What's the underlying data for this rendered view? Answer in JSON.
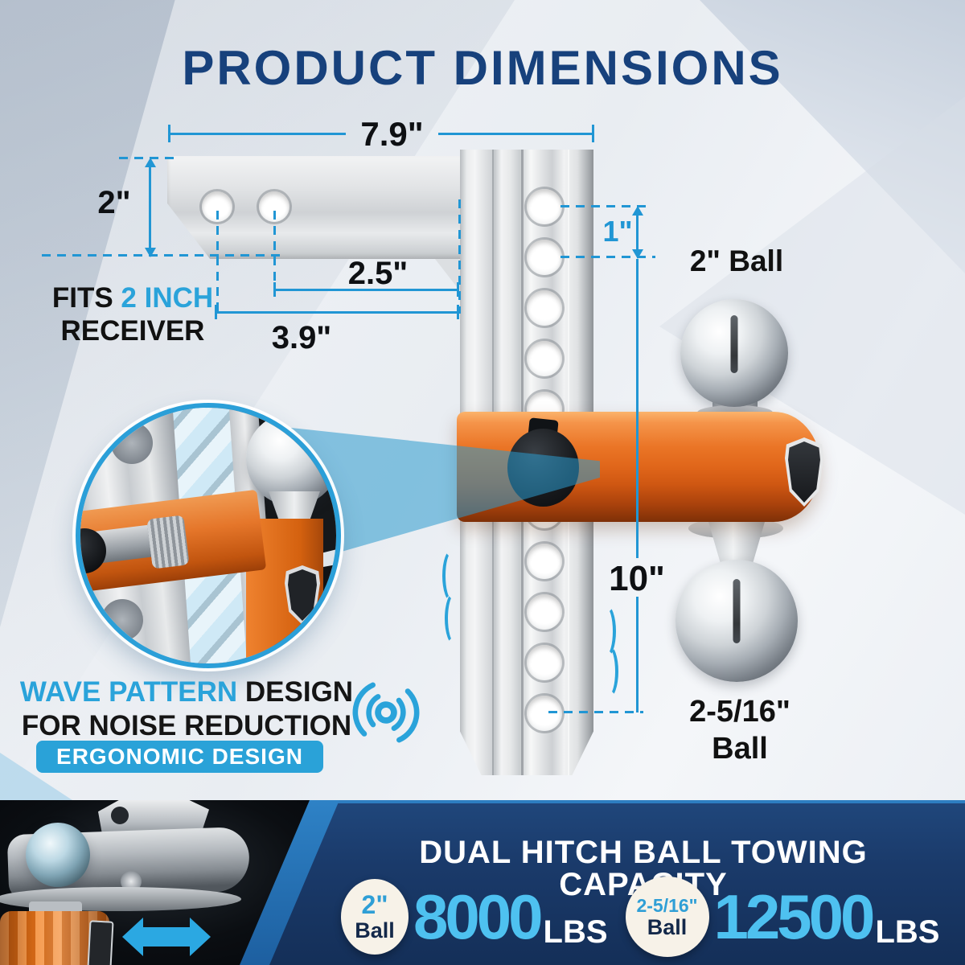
{
  "title": "PRODUCT DIMENSIONS",
  "dimensions": {
    "top_width": "7.9\"",
    "shank_height": "2\"",
    "inner_offset": "2.5\"",
    "outer_offset": "3.9\"",
    "hole_spacing": "1\"",
    "drop": "10\""
  },
  "receiver_note": {
    "prefix": "FITS ",
    "highlight": "2 INCH",
    "line2": "RECEIVER"
  },
  "ball_labels": {
    "top": "2\" Ball",
    "bottom_size": "2-5/16\"",
    "bottom_word": "Ball"
  },
  "wave_note": {
    "highlight": "WAVE PATTERN ",
    "rest": "DESIGN",
    "line2": "FOR NOISE REDUCTION",
    "badge": "ERGONOMIC DESIGN"
  },
  "capacity": {
    "heading": "DUAL HITCH BALL TOWING CAPACITY",
    "items": [
      {
        "size": "2\"",
        "word": "Ball",
        "value": "8000",
        "unit": "LBS"
      },
      {
        "size": "2-5/16\"",
        "word": "Ball",
        "value": "12500",
        "unit": "LBS"
      }
    ]
  },
  "icons": {
    "noise": "noise-waves-icon",
    "slide_arrow": "double-arrow-icon",
    "magnifier": "zoom-detail-circle"
  },
  "colors": {
    "accent_blue": "#2aa3da",
    "dim_line_blue": "#2196d4",
    "title_navy": "#17417c",
    "band_navy": "#1b3a68",
    "value_blue": "#4ec1f0",
    "clamp_orange": "#e0661a"
  }
}
